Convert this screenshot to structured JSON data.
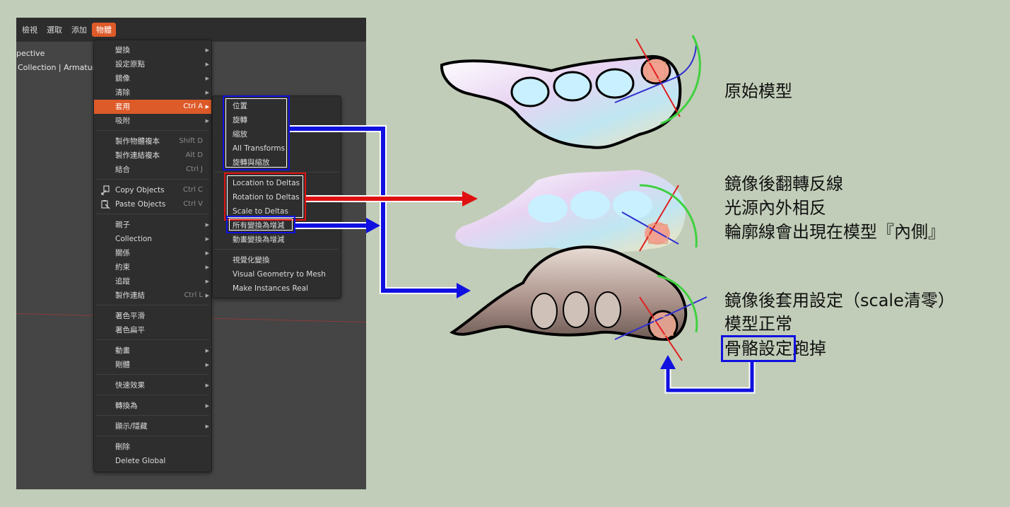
{
  "menubar": {
    "items": [
      "檢視",
      "選取",
      "添加",
      "物體"
    ]
  },
  "viewport": {
    "line1": "pective",
    "line2": "Collection | Armature."
  },
  "object_menu": {
    "items": [
      {
        "label": "變換",
        "submenu": true
      },
      {
        "label": "設定原點",
        "submenu": true
      },
      {
        "label": "鏡像",
        "submenu": true
      },
      {
        "label": "清除",
        "submenu": true
      },
      {
        "label": "套用",
        "shortcut": "Ctrl A",
        "submenu": true,
        "highlighted": true
      },
      {
        "label": "吸附",
        "submenu": true
      },
      {
        "label": "製作物體複本",
        "shortcut": "Shift D"
      },
      {
        "label": "製作連結複本",
        "shortcut": "Alt D"
      },
      {
        "label": "結合",
        "shortcut": "Ctrl J"
      },
      {
        "label": "Copy Objects",
        "shortcut": "Ctrl C",
        "icon": "copy-objects-icon"
      },
      {
        "label": "Paste Objects",
        "shortcut": "Ctrl V",
        "icon": "paste-objects-icon"
      },
      {
        "label": "親子",
        "submenu": true
      },
      {
        "label": "Collection",
        "submenu": true
      },
      {
        "label": "關係",
        "submenu": true
      },
      {
        "label": "約束",
        "submenu": true
      },
      {
        "label": "追蹤",
        "submenu": true
      },
      {
        "label": "製作連結",
        "shortcut": "Ctrl L",
        "submenu": true
      },
      {
        "label": "著色平滑"
      },
      {
        "label": "著色扁平"
      },
      {
        "label": "動畫",
        "submenu": true
      },
      {
        "label": "剛體",
        "submenu": true
      },
      {
        "label": "快速效果",
        "submenu": true
      },
      {
        "label": "轉換為",
        "submenu": true
      },
      {
        "label": "顯示/隱藏",
        "submenu": true
      },
      {
        "label": "刪除"
      },
      {
        "label": "Delete Global"
      }
    ]
  },
  "apply_submenu": {
    "items": [
      "位置",
      "旋轉",
      "縮放",
      "All Transforms",
      "旋轉與縮放",
      "Location to Deltas",
      "Rotation to Deltas",
      "Scale to Deltas",
      "所有變換為增減",
      "動畫變換為增減",
      "視覺化變換",
      "Visual Geometry to Mesh",
      "Make Instances Real"
    ]
  },
  "annotations": {
    "original": "原始模型",
    "mirrored_line1": "鏡像後翻轉反線",
    "mirrored_line2": "光源內外相反",
    "mirrored_line3": "輪廓線會出現在模型『內側』",
    "applied_line1": "鏡像後套用設定（scale清零）",
    "applied_line2": "模型正常",
    "applied_line3_boxed": "骨骼設定",
    "applied_line3_rest": "跑掉"
  },
  "colors": {
    "accent": "#dd5a29",
    "menu_bg": "#2e2e2e",
    "panel_bg": "#454545",
    "page_bg": "#c1cdb8",
    "box_blue": "#1010e0",
    "box_red": "#e01010"
  }
}
